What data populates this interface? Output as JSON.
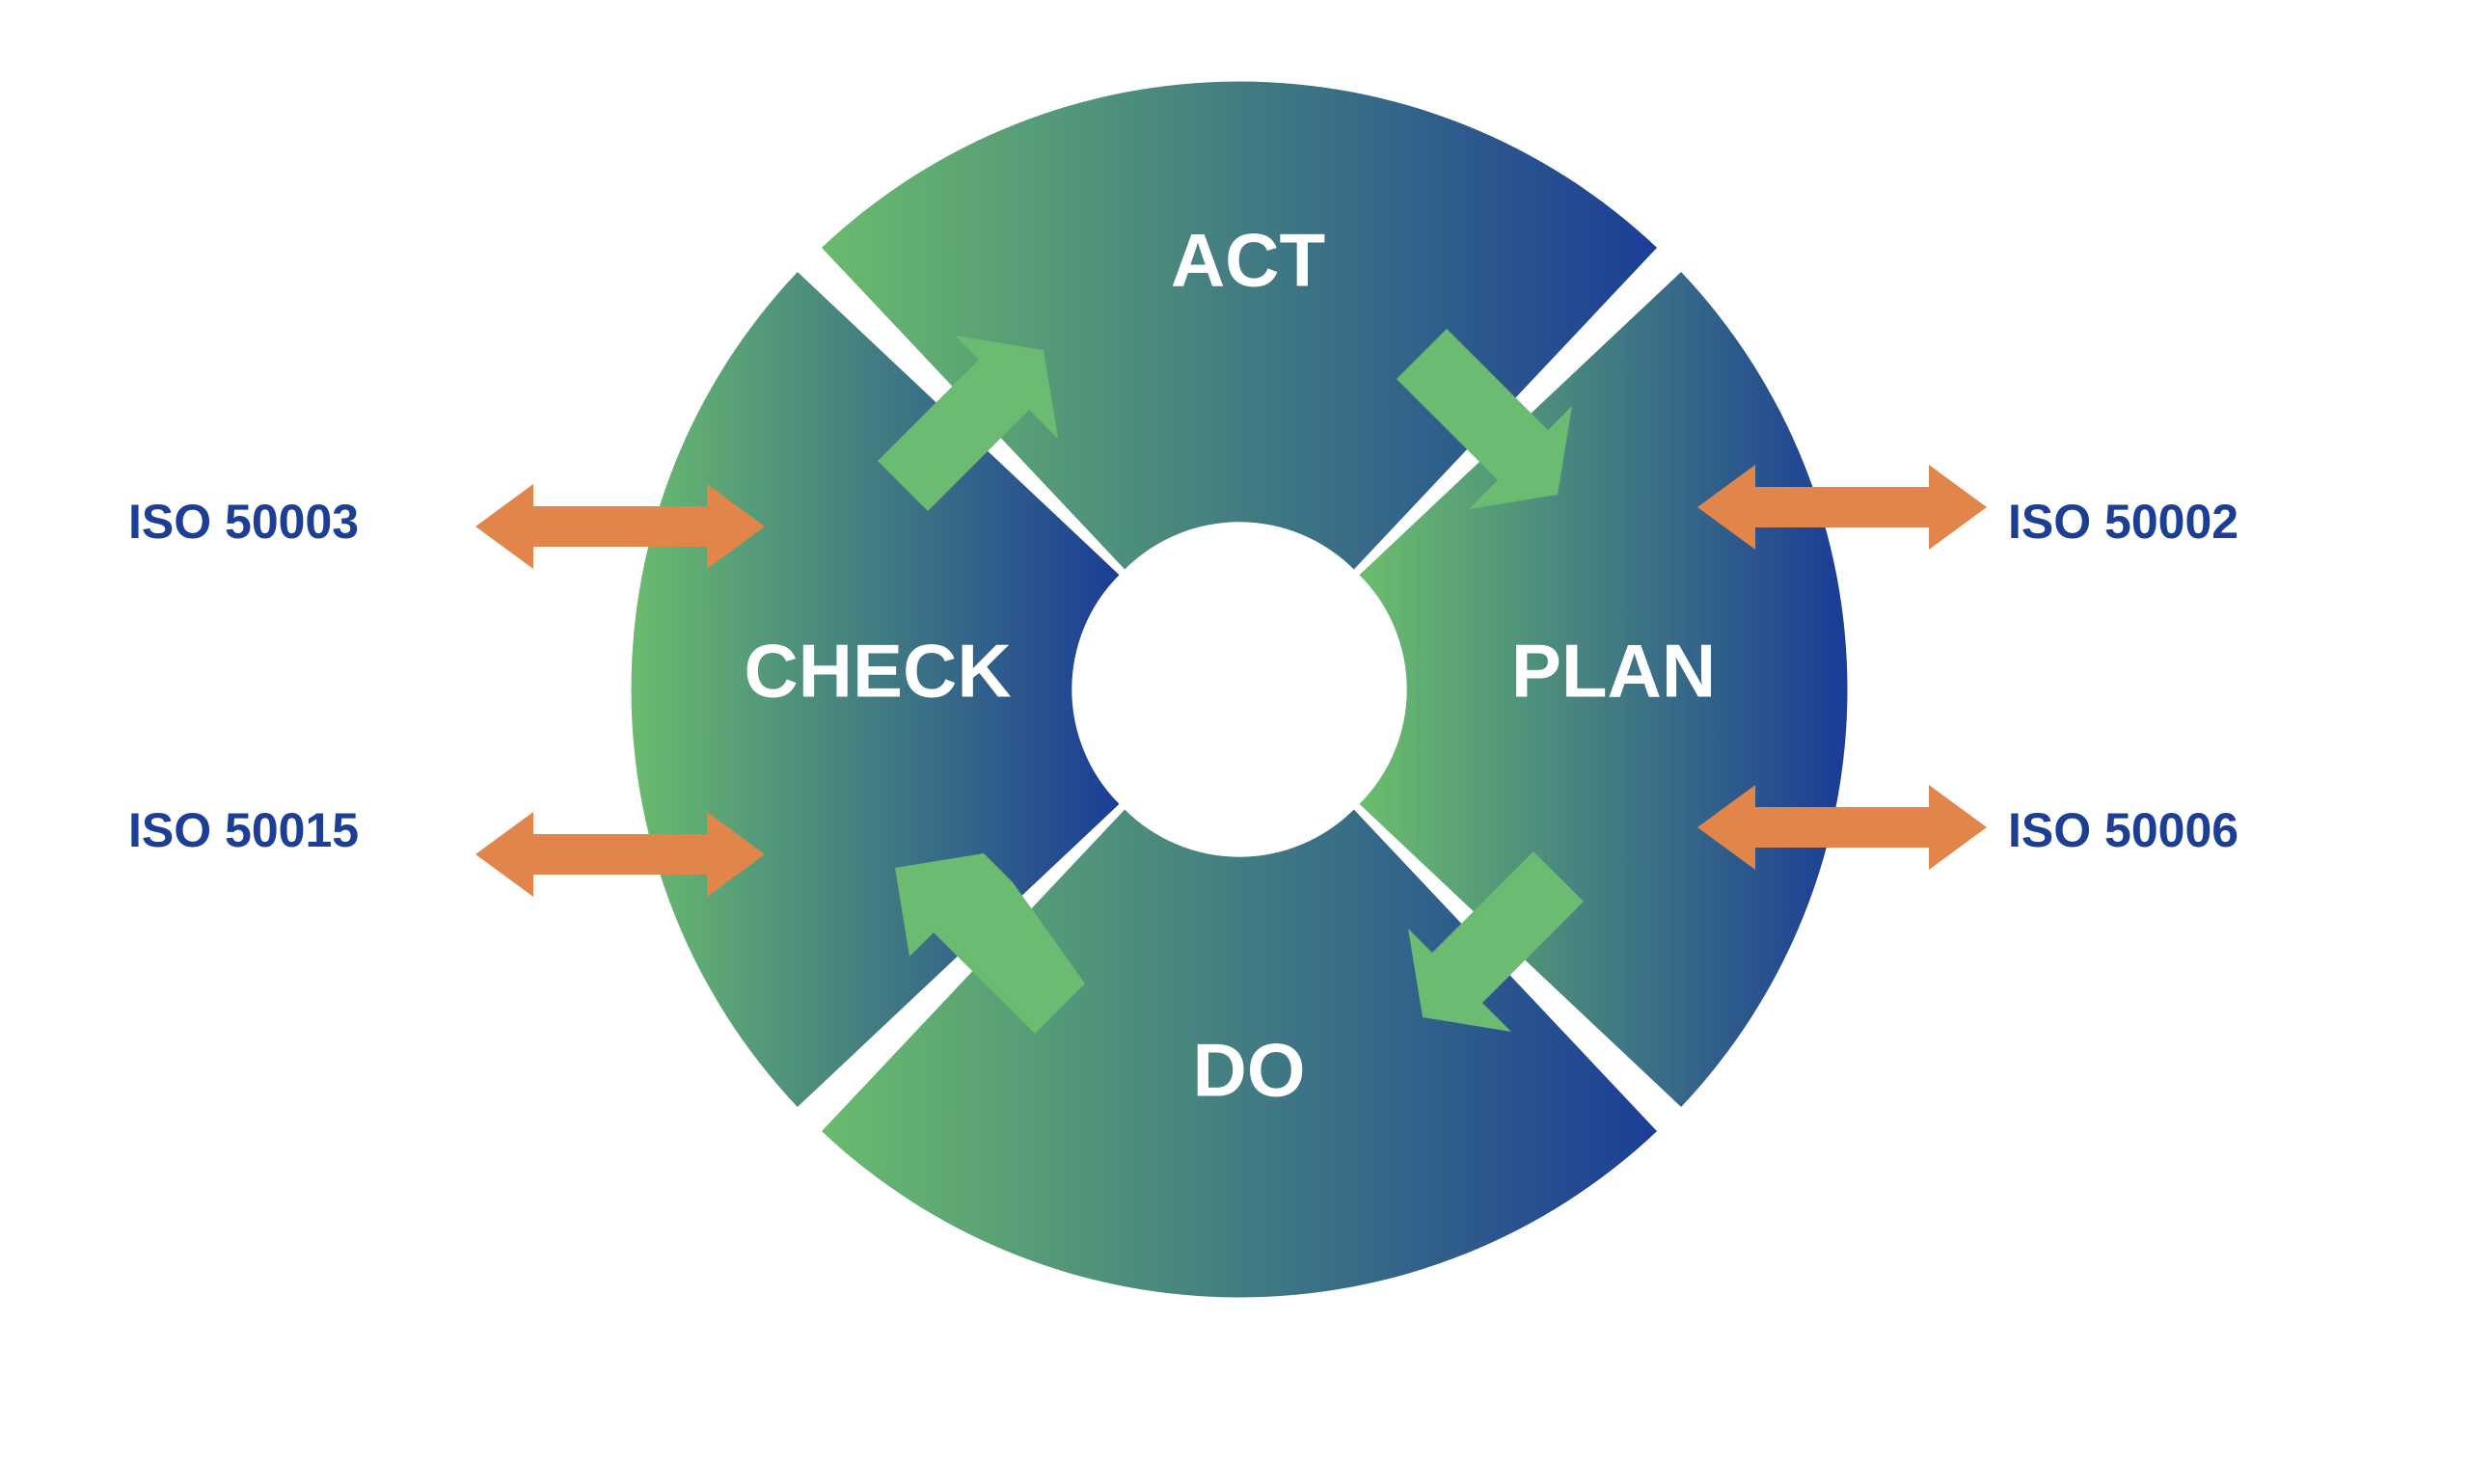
{
  "diagram": {
    "phases": {
      "act": "ACT",
      "plan": "PLAN",
      "do": "DO",
      "check": "CHECK"
    },
    "standards": {
      "left_top": "ISO 50003",
      "left_bottom": "ISO 50015",
      "right_top": "ISO 50002",
      "right_bottom": "ISO 50006"
    }
  },
  "colors": {
    "gradient_green": "#6ABB6E",
    "gradient_blue": "#1A3C96",
    "cycle_arrow": "#6BBB72",
    "exchange_arrow": "#E2854A",
    "standard_text": "#1C3F95",
    "phase_text": "#FFFFFF"
  }
}
